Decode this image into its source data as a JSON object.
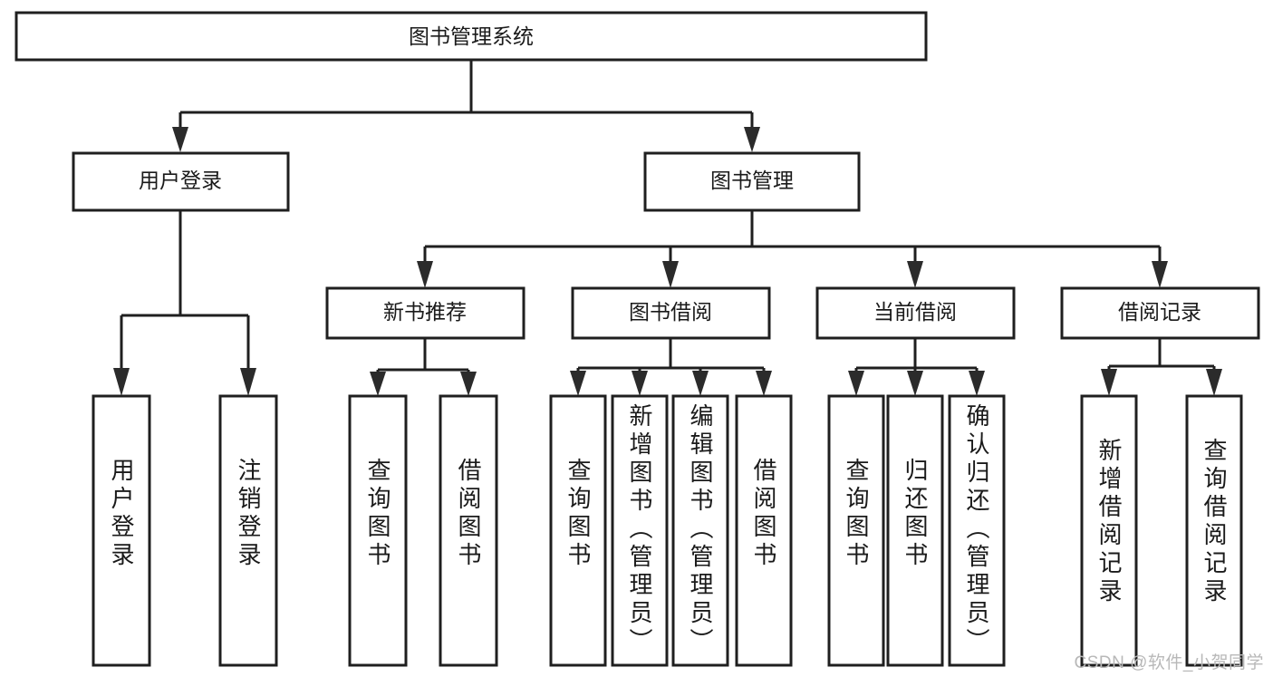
{
  "diagram": {
    "title": "图书管理系统",
    "type": "tree-hierarchy-diagram",
    "watermark": "CSDN @软件_小贺同学",
    "colors": {
      "box_stroke": "#1f1f1f",
      "box_fill": "#ffffff",
      "connector": "#1f1f1f",
      "text": "#1a1a1a",
      "background": "#ffffff",
      "watermark": "#b8b8b8"
    },
    "root": {
      "id": "root",
      "label": "图书管理系统"
    },
    "level2": [
      {
        "id": "user-login",
        "label": "用户登录"
      },
      {
        "id": "book-management",
        "label": "图书管理"
      }
    ],
    "level3": [
      {
        "id": "new-book-recommend",
        "label": "新书推荐",
        "parent": "book-management"
      },
      {
        "id": "book-borrow",
        "label": "图书借阅",
        "parent": "book-management"
      },
      {
        "id": "current-borrow",
        "label": "当前借阅",
        "parent": "book-management"
      },
      {
        "id": "borrow-record",
        "label": "借阅记录",
        "parent": "book-management"
      }
    ],
    "leaves": {
      "user-login": [
        {
          "id": "leaf-user-login",
          "label": "用户登录"
        },
        {
          "id": "leaf-logout-login",
          "label": "注销登录"
        }
      ],
      "new-book-recommend": [
        {
          "id": "leaf-query-book-1",
          "label": "查询图书"
        },
        {
          "id": "leaf-borrow-book-1",
          "label": "借阅图书"
        }
      ],
      "book-borrow": [
        {
          "id": "leaf-query-book-2",
          "label": "查询图书"
        },
        {
          "id": "leaf-add-book-admin",
          "label": "新增图书（管理员）"
        },
        {
          "id": "leaf-edit-book-admin",
          "label": "编辑图书（管理员）"
        },
        {
          "id": "leaf-borrow-book-2",
          "label": "借阅图书"
        }
      ],
      "current-borrow": [
        {
          "id": "leaf-query-book-3",
          "label": "查询图书"
        },
        {
          "id": "leaf-return-book",
          "label": "归还图书"
        },
        {
          "id": "leaf-confirm-return-admin",
          "label": "确认归还（管理员）"
        }
      ],
      "borrow-record": [
        {
          "id": "leaf-add-borrow-record",
          "label": "新增借阅记录"
        },
        {
          "id": "leaf-query-borrow-record",
          "label": "查询借阅记录"
        }
      ]
    }
  }
}
